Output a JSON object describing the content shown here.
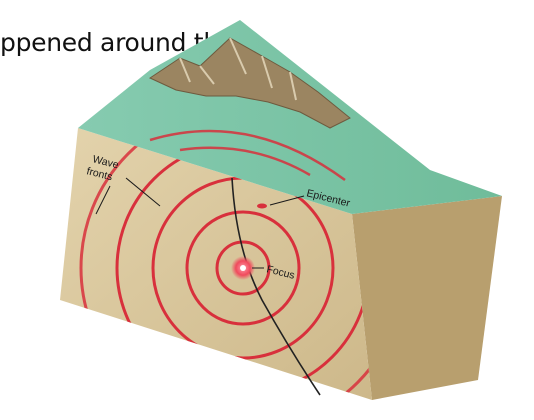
{
  "caption_text": "ppened around the",
  "labels": {
    "wave_fronts_line1": "Wave",
    "wave_fronts_line2": "fronts",
    "epicenter": "Epicenter",
    "focus": "Focus"
  },
  "colors": {
    "wave_front": "#d8303c",
    "ground": "#d4c49a",
    "surface": "#7cc4a4",
    "mountain": "#8a7250"
  }
}
